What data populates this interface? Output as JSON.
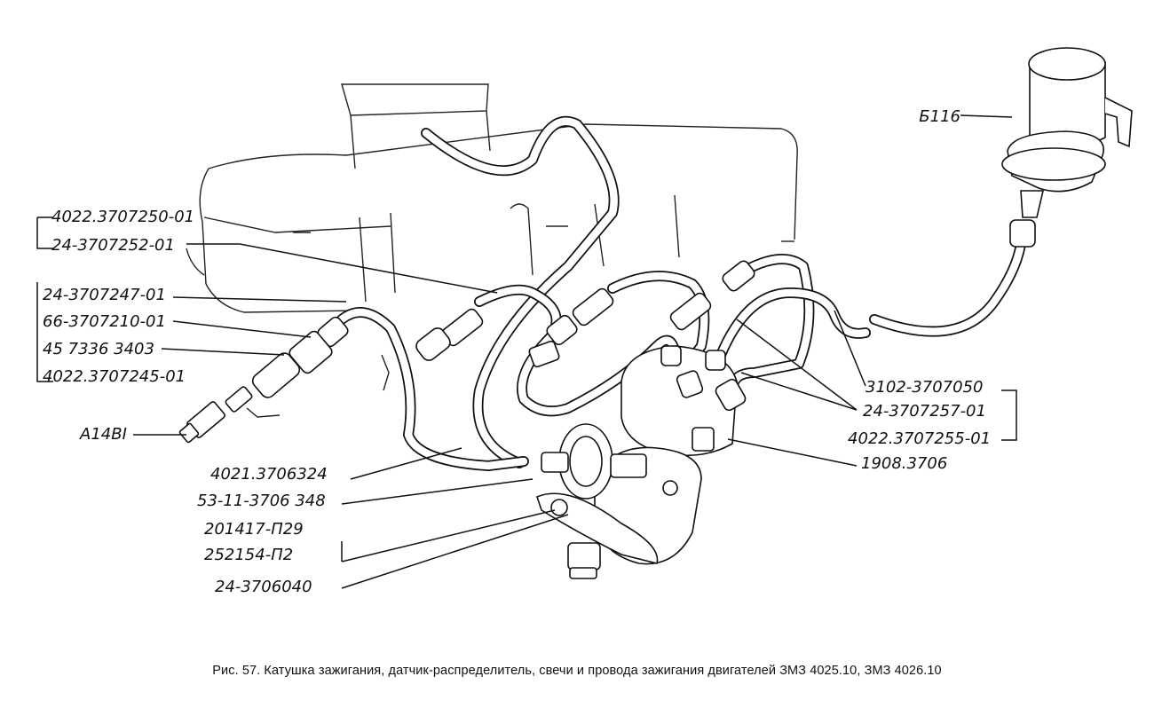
{
  "labels": {
    "coil": "Б116",
    "cap_set": "4022.3707250-01",
    "wire_252": "24-3707252-01",
    "wire_247": "24-3707247-01",
    "tip_210": "66-3707210-01",
    "tip_3403": "45 7336 3403",
    "tip_245": "4022.3707245-01",
    "plug": "А14ВI",
    "hose_324": "4021.3706324",
    "hose_348": "53-11-3706 348",
    "bolt_29": "201417-П29",
    "washer_2": "252154-П2",
    "clamp_040": "24-3706040",
    "wire_050": "3102-3707050",
    "wire_257": "24-3707257-01",
    "wire_255": "4022.3707255-01",
    "distributor": "1908.3706"
  },
  "caption": "Рис.  57. Катушка зажигания, датчик-распределитель, свечи и провода зажигания двигателей ЗМЗ 4025.10, ЗМЗ 4026.10"
}
